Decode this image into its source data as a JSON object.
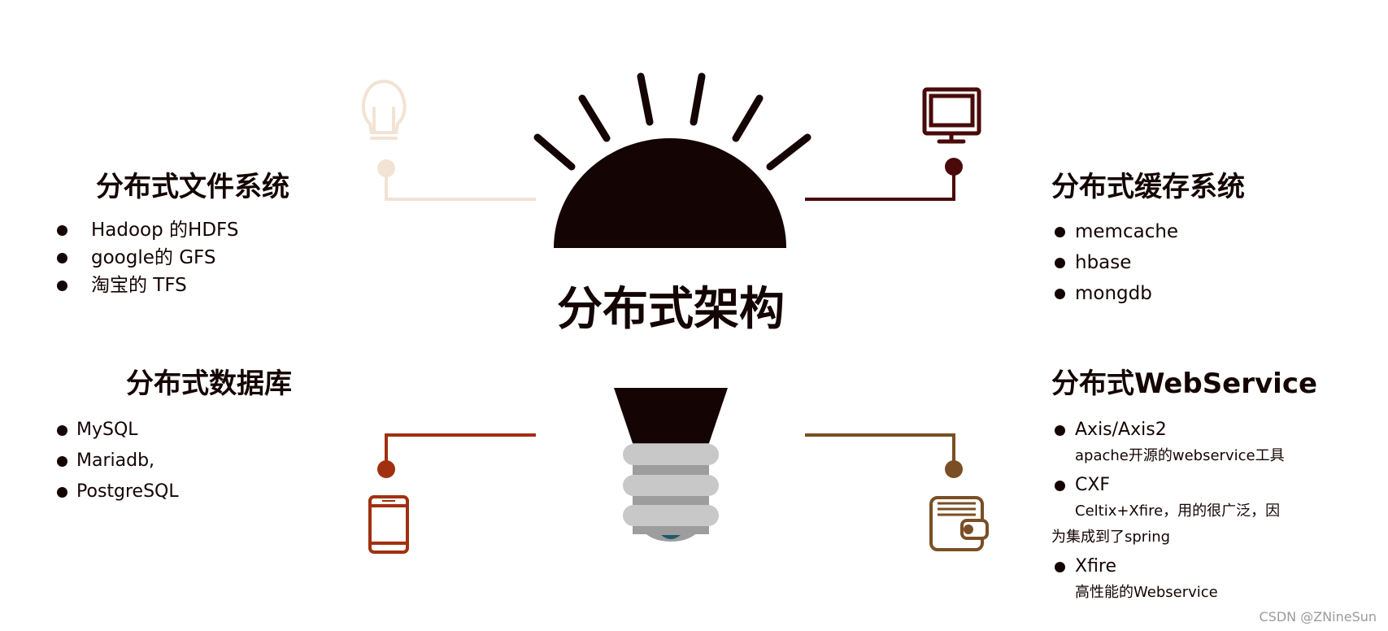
{
  "center_title": "分布式架构",
  "sections": {
    "file_system": {
      "heading": "分布式文件系统",
      "items": [
        "Hadoop 的HDFS",
        "google的 GFS",
        "淘宝的 TFS"
      ]
    },
    "database": {
      "heading": "分布式数据库",
      "items": [
        "MySQL",
        "Mariadb,",
        "PostgreSQL"
      ]
    },
    "cache": {
      "heading": "分布式缓存系统",
      "items": [
        "memcache",
        "hbase",
        "mongdb"
      ]
    },
    "webservice": {
      "heading": "分布式WebService",
      "items": [
        {
          "name": "Axis/Axis2",
          "note": "apache开源的webservice工具"
        },
        {
          "name": "CXF",
          "note_line1": "Celtix+Xfire，用的很广泛，因",
          "note_line2": "为集成到了spring"
        },
        {
          "name": "Xfire",
          "note": "高性能的Webservice"
        }
      ]
    }
  },
  "icons": {
    "top_left": "lightbulb-icon",
    "top_right": "monitor-icon",
    "bottom_left": "smartphone-icon",
    "bottom_right": "wallet-icon"
  },
  "colors": {
    "dark": "#140404",
    "lightbulb_beige": "#f2e3d5",
    "monitor_maroon": "#4a0a0a",
    "phone_rust": "#a0300f",
    "wallet_brown": "#7a4f25",
    "bulb_gray": "#c8c8c8",
    "bulb_gray_dark": "#9d9d9d",
    "bulb_tip": "#1d5a6a"
  },
  "watermark": "CSDN @ZNineSun"
}
